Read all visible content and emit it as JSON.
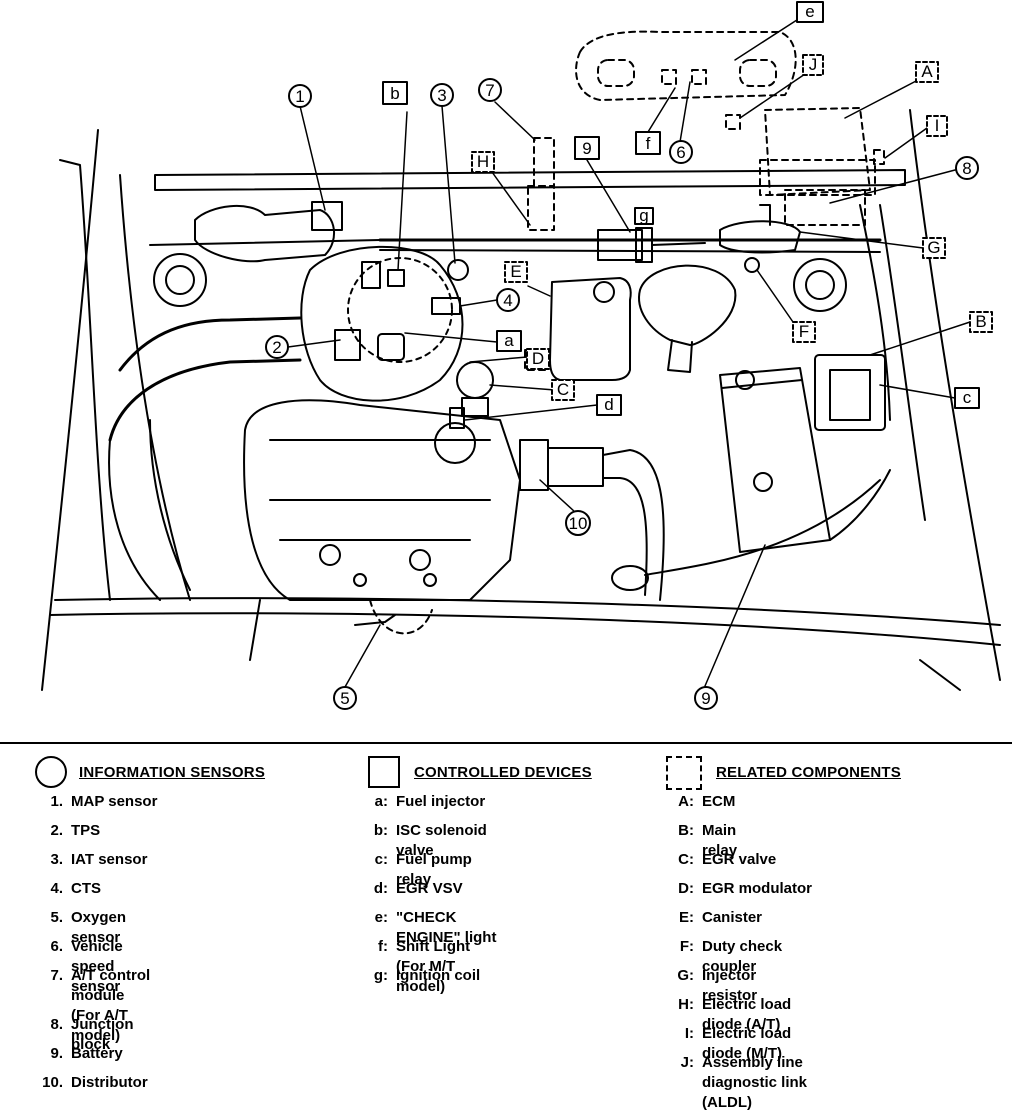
{
  "callouts": {
    "n1": "1",
    "n2": "2",
    "n3": "3",
    "n4": "4",
    "n5": "5",
    "n6": "6",
    "n7": "7",
    "n8": "8",
    "n9a": "9",
    "n9b": "9",
    "n10": "10",
    "a": "a",
    "b": "b",
    "c": "c",
    "d": "d",
    "e": "e",
    "f": "f",
    "g": "g",
    "A": "A",
    "B": "B",
    "C": "C",
    "D": "D",
    "E": "E",
    "F": "F",
    "G": "G",
    "H": "H",
    "I": "I",
    "J": "J"
  },
  "legend": {
    "sensors": {
      "title": "INFORMATION SENSORS",
      "items": [
        {
          "key": "1.",
          "label": "MAP sensor"
        },
        {
          "key": "2.",
          "label": "TPS"
        },
        {
          "key": "3.",
          "label": "IAT sensor"
        },
        {
          "key": "4.",
          "label": "CTS"
        },
        {
          "key": "5.",
          "label": "Oxygen sensor"
        },
        {
          "key": "6.",
          "label": "Vehicle speed sensor"
        },
        {
          "key": "7.",
          "label": "A/T control module\n(For A/T model)"
        },
        {
          "key": "8.",
          "label": "Junction block"
        },
        {
          "key": "9.",
          "label": "Battery"
        },
        {
          "key": "10.",
          "label": "Distributor"
        }
      ]
    },
    "devices": {
      "title": "CONTROLLED DEVICES",
      "items": [
        {
          "key": "a:",
          "label": "Fuel injector"
        },
        {
          "key": "b:",
          "label": "ISC solenoid valve"
        },
        {
          "key": "c:",
          "label": "Fuel pump relay"
        },
        {
          "key": "d:",
          "label": "EGR VSV"
        },
        {
          "key": "e:",
          "label": "\"CHECK ENGINE\" light"
        },
        {
          "key": "f:",
          "label": "Shift Light (For M/T model)"
        },
        {
          "key": "g:",
          "label": "Ignition coil"
        }
      ]
    },
    "related": {
      "title": "RELATED COMPONENTS",
      "items": [
        {
          "key": "A:",
          "label": "ECM"
        },
        {
          "key": "B:",
          "label": "Main relay"
        },
        {
          "key": "C:",
          "label": "EGR valve"
        },
        {
          "key": "D:",
          "label": "EGR modulator"
        },
        {
          "key": "E:",
          "label": "Canister"
        },
        {
          "key": "F:",
          "label": "Duty check coupler"
        },
        {
          "key": "G:",
          "label": "Injector resistor"
        },
        {
          "key": "H:",
          "label": "Electric load diode (A/T)"
        },
        {
          "key": "I:",
          "label": "Electric load diode (M/T)"
        },
        {
          "key": "J:",
          "label": "Assembly line diagnostic link\n(ALDL)"
        }
      ]
    }
  }
}
